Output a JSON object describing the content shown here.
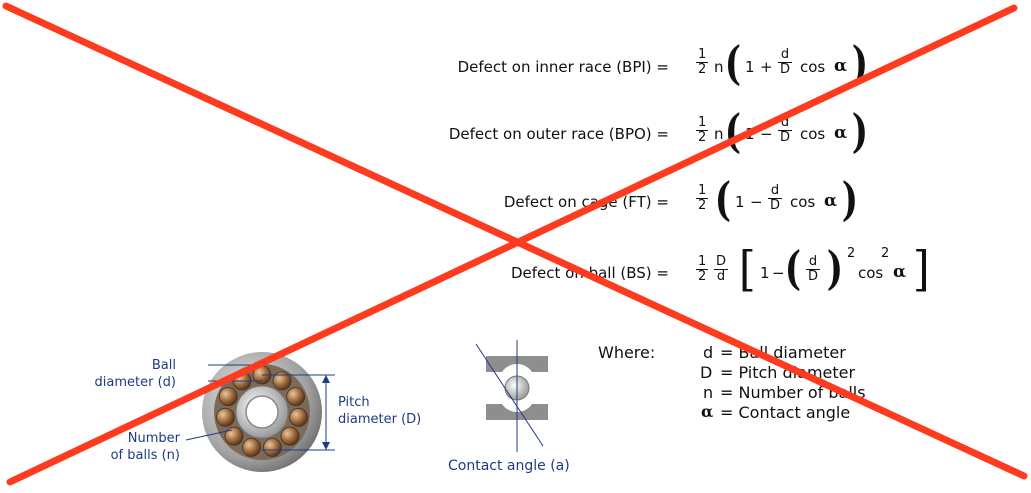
{
  "equations": {
    "bpi": {
      "label": "Defect on inner race (BPI) =",
      "coef_num": "1",
      "coef_den": "2",
      "n": "n",
      "one": "1",
      "op": "+",
      "ratio_num": "d",
      "ratio_den": "D",
      "cos": "cos",
      "alpha": "α"
    },
    "bpo": {
      "label": "Defect on outer race (BPO) =",
      "coef_num": "1",
      "coef_den": "2",
      "n": "n",
      "one": "1",
      "op": "−",
      "ratio_num": "d",
      "ratio_den": "D",
      "cos": "cos",
      "alpha": "α"
    },
    "ft": {
      "label": "Defect on cage (FT) =",
      "coef_num": "1",
      "coef_den": "2",
      "one": "1",
      "op": "−",
      "ratio_num": "d",
      "ratio_den": "D",
      "cos": "cos",
      "alpha": "α"
    },
    "bs": {
      "label": "Defect on ball (BS) =",
      "coef_num": "1",
      "coef_den": "2",
      "pre_num": "D",
      "pre_den": "d",
      "one": "1",
      "op": "−",
      "ratio_num": "d",
      "ratio_den": "D",
      "exp": "2",
      "cos": "cos",
      "cos_exp": "2",
      "alpha": "α"
    }
  },
  "legend": {
    "heading": "Where:",
    "items": [
      {
        "symbol": "d",
        "text": "= Ball diameter"
      },
      {
        "symbol": "D",
        "text": "= Pitch diameter"
      },
      {
        "symbol": "n",
        "text": "= Number of balls"
      },
      {
        "symbol": "α",
        "text": "= Contact angle"
      }
    ]
  },
  "bearing_labels": {
    "ball_diameter": [
      "Ball",
      "diameter (d)"
    ],
    "pitch_diameter": [
      "Pitch",
      "diameter (D)"
    ],
    "number_of_balls": [
      "Number",
      "of balls (n)"
    ]
  },
  "contact_angle_label": "Contact angle (a)",
  "colors": {
    "cross": "#ff3b1f",
    "callout": "#1f3b87",
    "ball": "#a06a3c",
    "steel": "#9a9a9a"
  }
}
